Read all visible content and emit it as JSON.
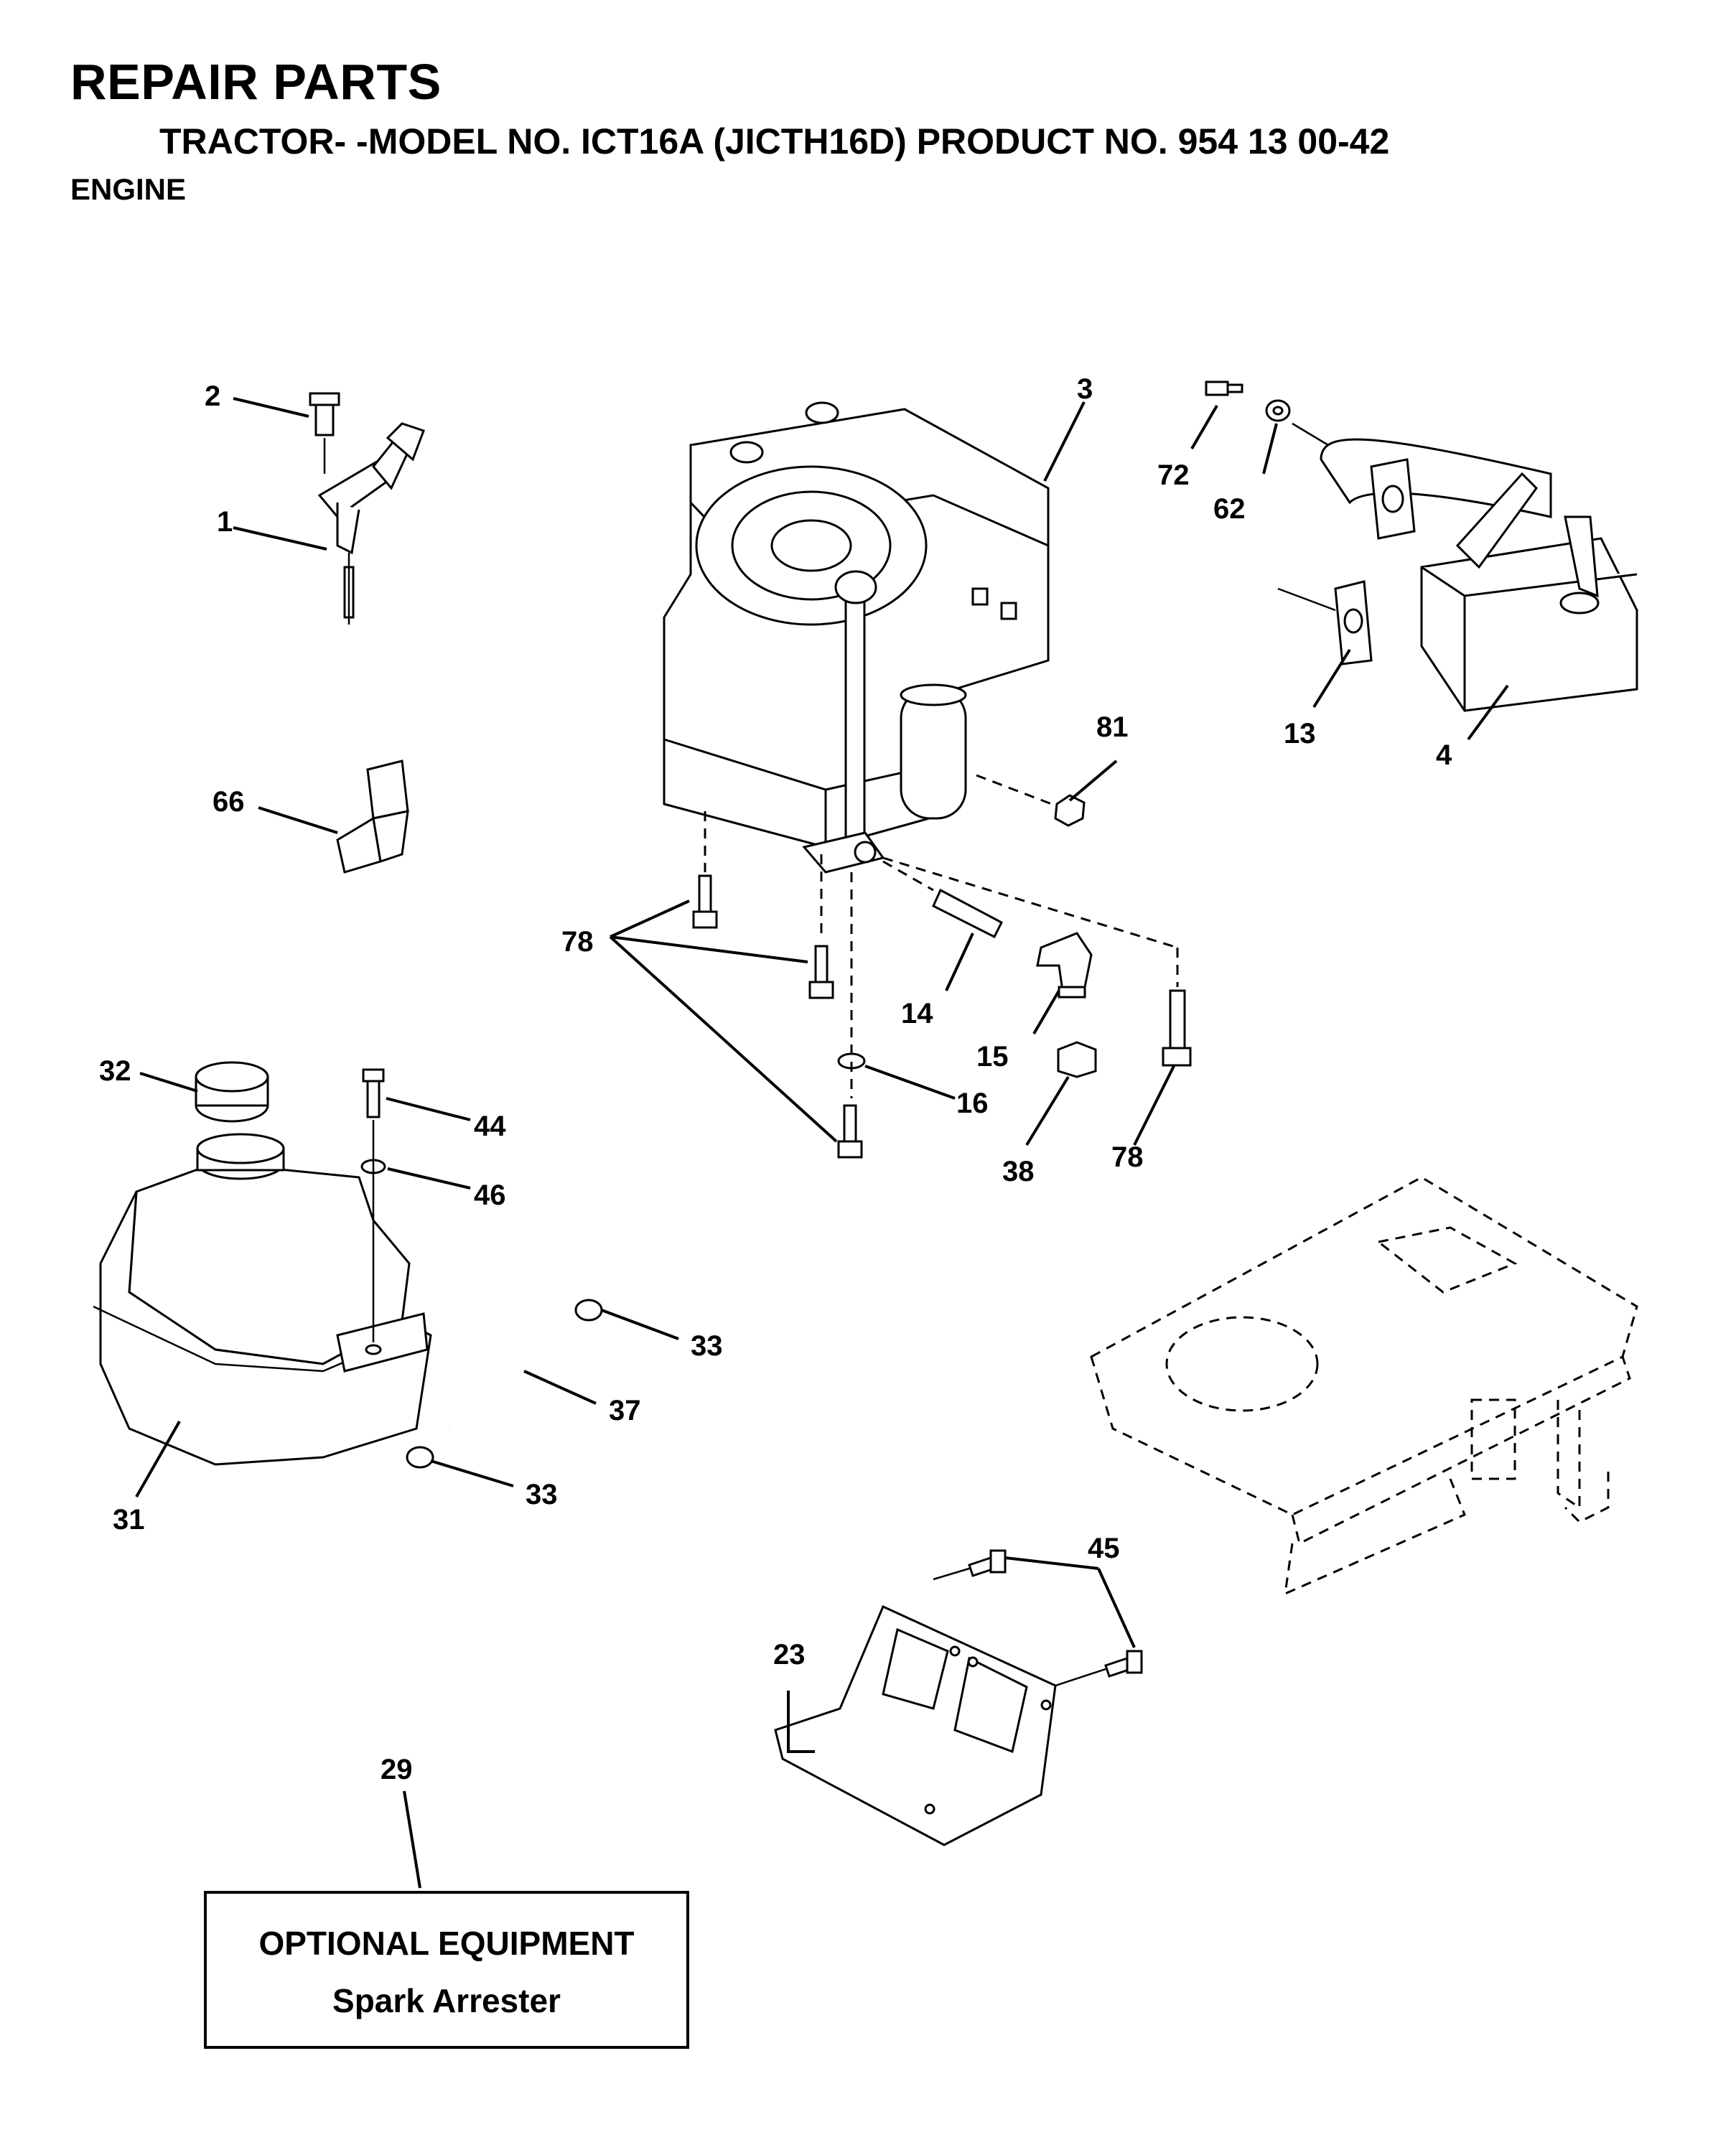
{
  "header": {
    "title": "REPAIR PARTS",
    "subtitle": "TRACTOR- -MODEL NO. ICT16A (JICTH16D) PRODUCT NO. 954 13 00-42",
    "section": "ENGINE"
  },
  "callouts": {
    "c1": "1",
    "c2": "2",
    "c3": "3",
    "c4": "4",
    "c13": "13",
    "c14": "14",
    "c15": "15",
    "c16": "16",
    "c23": "23",
    "c29": "29",
    "c31": "31",
    "c32": "32",
    "c33a": "33",
    "c33b": "33",
    "c37": "37",
    "c38": "38",
    "c44": "44",
    "c45": "45",
    "c46": "46",
    "c62": "62",
    "c66": "66",
    "c72": "72",
    "c78a": "78",
    "c78b": "78",
    "c81": "81"
  },
  "optional_box": {
    "heading": "OPTIONAL EQUIPMENT",
    "item": "Spark Arrester"
  }
}
